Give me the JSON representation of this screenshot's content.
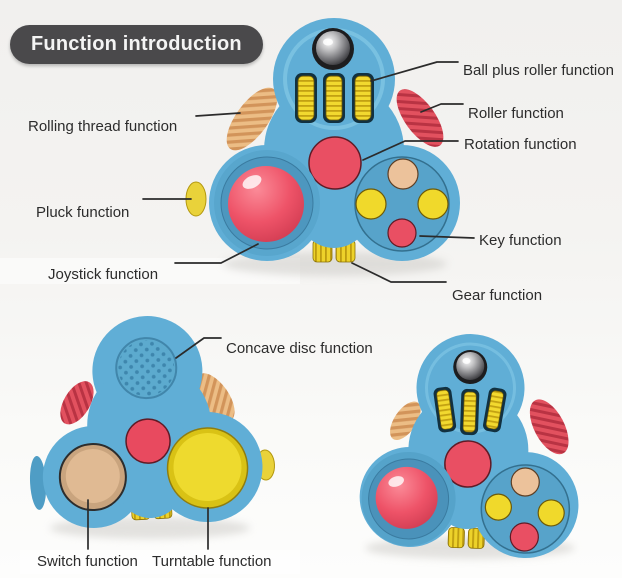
{
  "title": "Function introduction",
  "callouts": {
    "ball_plus_roller": "Ball plus roller function",
    "roller": "Roller function",
    "rotation": "Rotation function",
    "rolling_thread": "Rolling thread function",
    "pluck": "Pluck function",
    "joystick": "Joystick function",
    "key": "Key function",
    "gear": "Gear function",
    "concave_disc": "Concave disc function",
    "switch": "Switch function",
    "turntable": "Turntable function"
  },
  "colors": {
    "body_blue": "#60aed6",
    "accent_red": "#e94f63",
    "accent_yellow": "#eed32a",
    "accent_tan": "#e2b68f",
    "badge_dark": "#4a494b",
    "line_dark": "#2b2b2b",
    "background": "#f4f3f1"
  }
}
